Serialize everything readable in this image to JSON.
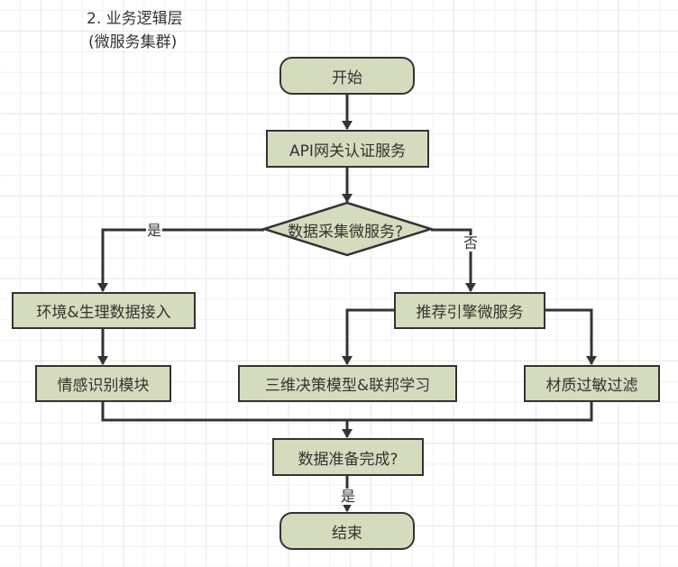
{
  "header": {
    "title_line1": "2. 业务逻辑层",
    "title_line2": "(微服务集群)"
  },
  "colors": {
    "node_fill": "#d5dcbd",
    "stroke": "#333333",
    "grid_major": "#e6e6e6",
    "grid_minor": "#f0f0f0"
  },
  "nodes": {
    "start": {
      "label": "开始",
      "shape": "terminator"
    },
    "api_gateway": {
      "label": "API网关认证服务",
      "shape": "process"
    },
    "decision_collect": {
      "label": "数据采集微服务?",
      "shape": "decision"
    },
    "env_data": {
      "label": "环境&生理数据接入",
      "shape": "process"
    },
    "emotion": {
      "label": "情感识别模块",
      "shape": "process"
    },
    "recommend": {
      "label": "推荐引擎微服务",
      "shape": "process"
    },
    "decision_model": {
      "label": "三维决策模型&联邦学习",
      "shape": "process"
    },
    "allergy_filter": {
      "label": "材质过敏过滤",
      "shape": "process"
    },
    "data_ready": {
      "label": "数据准备完成?",
      "shape": "process"
    },
    "end": {
      "label": "结束",
      "shape": "terminator"
    }
  },
  "edges": [
    {
      "from": "start",
      "to": "api_gateway",
      "label": ""
    },
    {
      "from": "api_gateway",
      "to": "decision_collect",
      "label": ""
    },
    {
      "from": "decision_collect",
      "to": "env_data",
      "label": "是"
    },
    {
      "from": "decision_collect",
      "to": "recommend",
      "label": "否"
    },
    {
      "from": "env_data",
      "to": "emotion",
      "label": ""
    },
    {
      "from": "recommend",
      "to": "decision_model",
      "label": ""
    },
    {
      "from": "recommend",
      "to": "allergy_filter",
      "label": ""
    },
    {
      "from": "emotion",
      "to": "data_ready",
      "label": ""
    },
    {
      "from": "decision_model",
      "to": "data_ready",
      "label": ""
    },
    {
      "from": "allergy_filter",
      "to": "data_ready",
      "label": ""
    },
    {
      "from": "data_ready",
      "to": "end",
      "label": "是"
    }
  ],
  "edge_labels": {
    "yes_left": "是",
    "no_right": "否",
    "yes_bottom": "是"
  }
}
